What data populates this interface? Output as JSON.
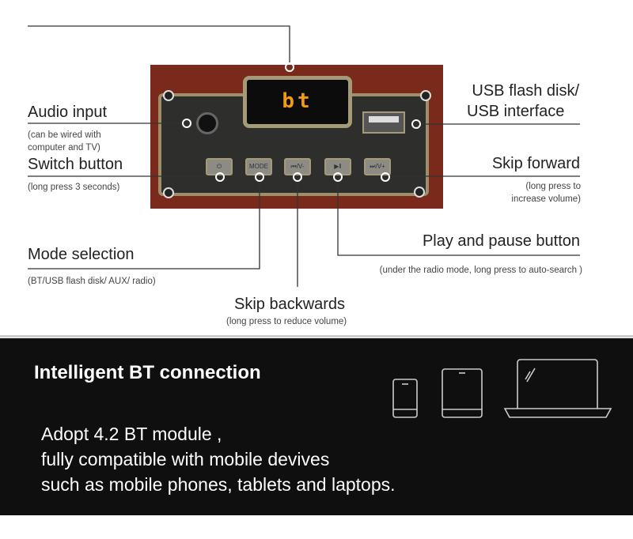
{
  "device": {
    "display": "bt",
    "buttons": [
      "⏻",
      "MODE",
      "⏮/V-",
      "▶‖",
      "⏭/V+"
    ]
  },
  "labels": {
    "audio_input": "Audio input",
    "audio_input_sub": "(can be wired with computer and TV)",
    "switch": "Switch button",
    "switch_sub": "(long press 3 seconds)",
    "mode": "Mode selection",
    "mode_sub": "(BT/USB flash disk/ AUX/ radio)",
    "skip_back": "Skip backwards",
    "skip_back_sub": "(long press to reduce volume)",
    "usb_1": "USB flash disk/",
    "usb_2": "USB interface",
    "skip_fwd": "Skip forward",
    "skip_fwd_sub_1": "(long press to",
    "skip_fwd_sub_2": "increase volume)",
    "play": "Play and pause button",
    "play_sub": "(under the radio mode, long press to auto-search )"
  },
  "banner": {
    "title": "Intelligent BT connection",
    "lines": [
      "Adopt 4.2 BT module ,",
      "fully compatible with mobile devives",
      "such as mobile phones, tablets and laptops."
    ],
    "icons": [
      "phone-icon",
      "tablet-icon",
      "laptop-icon"
    ]
  }
}
